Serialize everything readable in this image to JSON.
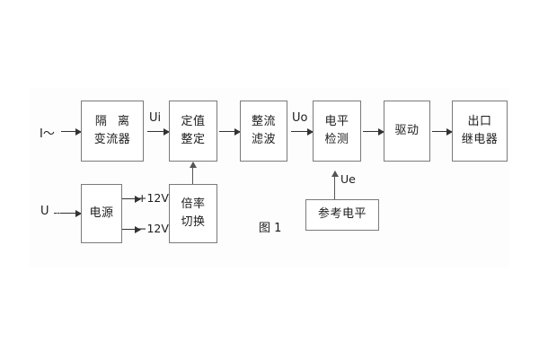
{
  "figure": {
    "caption": "图 1",
    "line_color": "#333333",
    "box_border_color": "#7a7a7a",
    "text_color": "#1d1d1d",
    "background": "#ffffff"
  },
  "inputs": [
    {
      "id": "current-input",
      "label": "I～"
    },
    {
      "id": "voltage-input",
      "label": "U"
    }
  ],
  "blocks": [
    {
      "id": "isolation-transformer",
      "lines": [
        "隔 离",
        "变流器"
      ]
    },
    {
      "id": "setpoint-adjust",
      "lines": [
        "定值",
        "整定"
      ]
    },
    {
      "id": "rectify-filter",
      "lines": [
        "整流",
        "滤波"
      ]
    },
    {
      "id": "level-detection",
      "lines": [
        "电平",
        "检测"
      ]
    },
    {
      "id": "drive",
      "lines": [
        "驱动"
      ]
    },
    {
      "id": "output-relay",
      "lines": [
        "出口",
        "继电器"
      ]
    },
    {
      "id": "power-supply",
      "lines": [
        "电源"
      ]
    },
    {
      "id": "multiplier-switch",
      "lines": [
        "倍率",
        "切换"
      ]
    },
    {
      "id": "reference-level",
      "lines": [
        "参考电平"
      ]
    }
  ],
  "signals": [
    {
      "id": "ui",
      "label": "Ui"
    },
    {
      "id": "uo",
      "label": "Uo"
    },
    {
      "id": "ue",
      "label": "Ue"
    }
  ],
  "power_rails": [
    {
      "id": "rail-positive",
      "label": "+12V"
    },
    {
      "id": "rail-negative",
      "label": "−12V"
    }
  ]
}
